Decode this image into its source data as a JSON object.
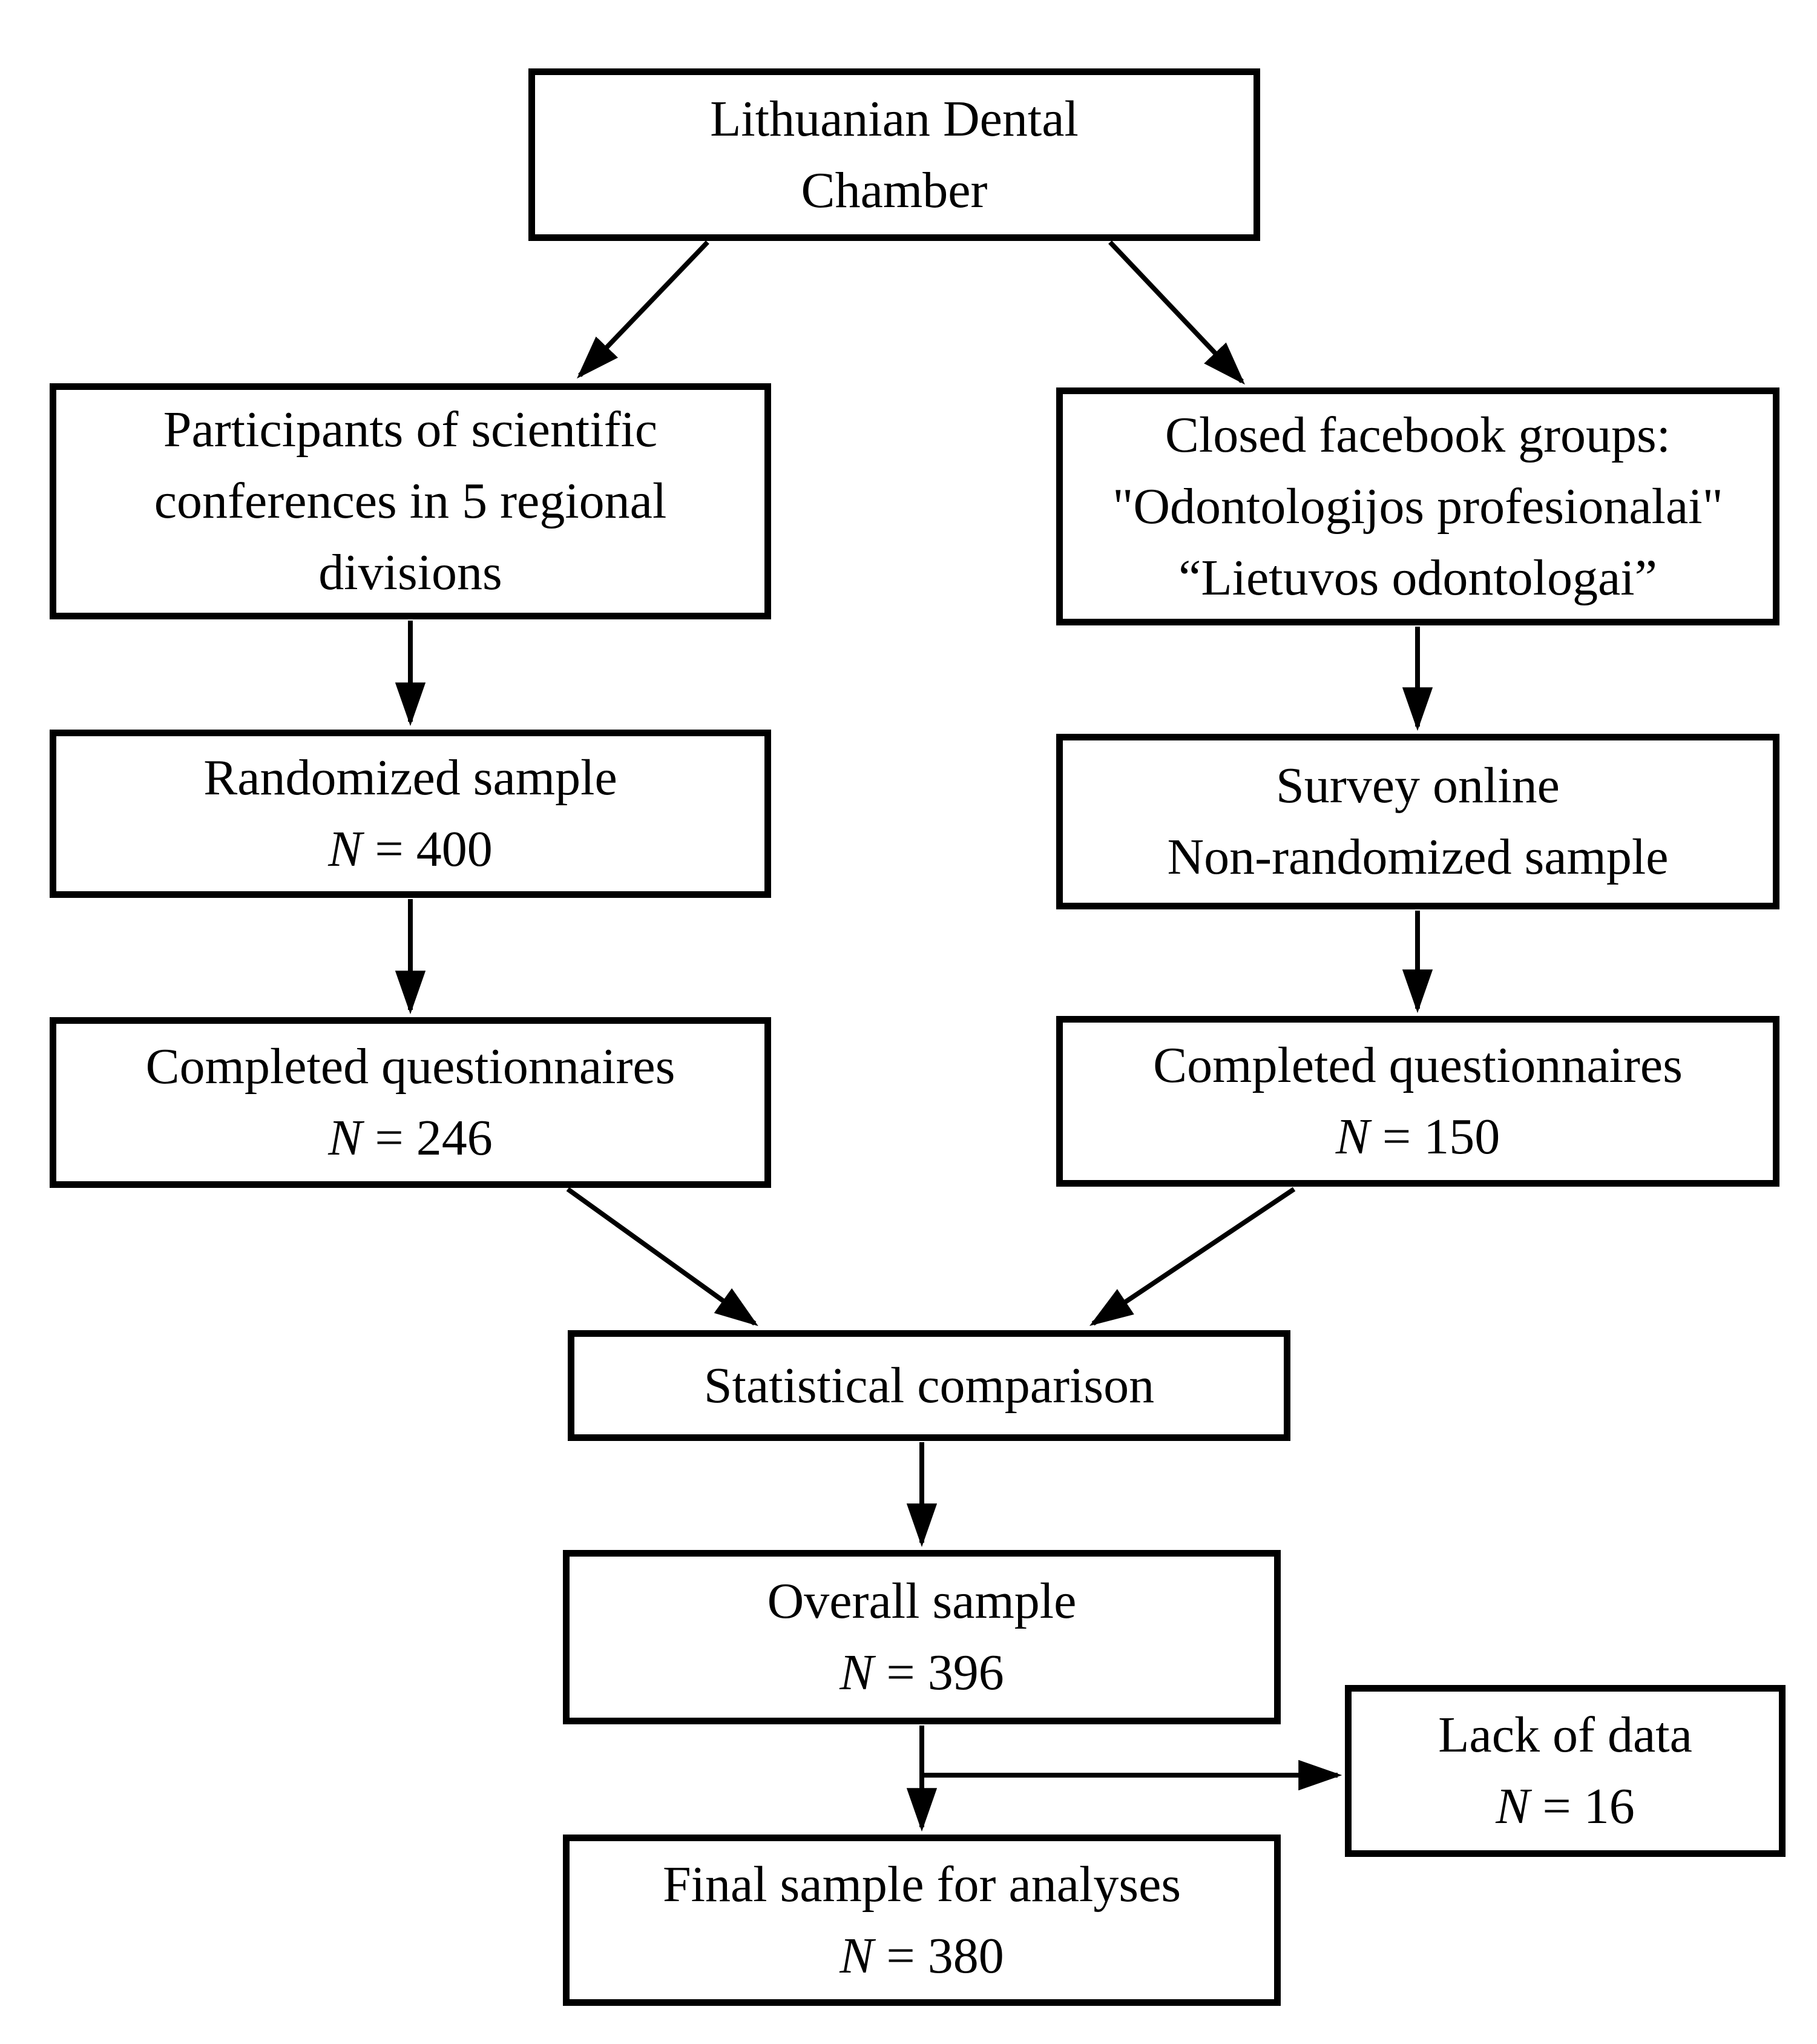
{
  "figure": {
    "type": "flowchart",
    "colors": {
      "line": "#000000",
      "background": "#ffffff",
      "text": "#000000"
    },
    "boxes": {
      "chamber": {
        "lines": [
          "Lithuanian Dental",
          "Chamber"
        ]
      },
      "participants": {
        "lines": [
          "Participants of scientific",
          "conferences in 5 regional",
          "divisions"
        ]
      },
      "facebook": {
        "lines": [
          "Closed facebook groups:",
          "\"Odontologijos profesionalai\"",
          "“Lietuvos odontologai”"
        ]
      },
      "randomized": {
        "lines": [
          "Randomized sample"
        ],
        "n_prefix": "N",
        "n_rest": " = 400"
      },
      "survey": {
        "lines": [
          "Survey online",
          "Non-randomized sample"
        ]
      },
      "completed_left": {
        "lines": [
          "Completed questionnaires"
        ],
        "n_prefix": "N",
        "n_rest": " = 246"
      },
      "completed_right": {
        "lines": [
          "Completed questionnaires"
        ],
        "n_prefix": "N",
        "n_rest": " = 150"
      },
      "statistical": {
        "lines": [
          "Statistical comparison"
        ]
      },
      "overall": {
        "lines": [
          "Overall sample"
        ],
        "n_prefix": "N",
        "n_rest": " = 396"
      },
      "lack": {
        "lines": [
          "Lack of data"
        ],
        "n_prefix": "N",
        "n_rest": " = 16"
      },
      "final": {
        "lines": [
          "Final sample for analyses"
        ],
        "n_prefix": "N",
        "n_rest": " = 380"
      }
    },
    "edges": [
      {
        "from": "chamber",
        "to": "participants"
      },
      {
        "from": "chamber",
        "to": "facebook"
      },
      {
        "from": "participants",
        "to": "randomized"
      },
      {
        "from": "randomized",
        "to": "completed_left"
      },
      {
        "from": "facebook",
        "to": "survey"
      },
      {
        "from": "survey",
        "to": "completed_right"
      },
      {
        "from": "completed_left",
        "to": "statistical"
      },
      {
        "from": "completed_right",
        "to": "statistical"
      },
      {
        "from": "statistical",
        "to": "overall"
      },
      {
        "from": "overall",
        "to": "final"
      },
      {
        "from": "overall",
        "to": "lack"
      }
    ]
  }
}
